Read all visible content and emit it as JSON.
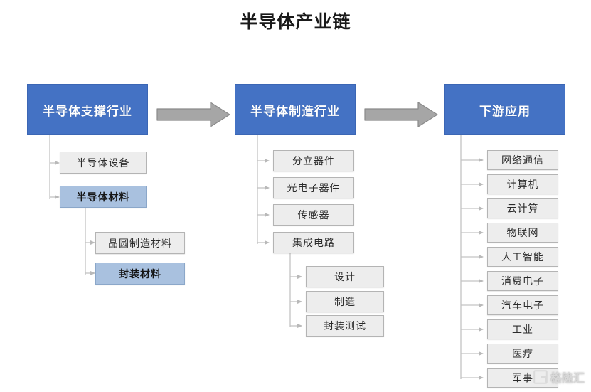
{
  "title": "半导体产业链",
  "colors": {
    "stage_fill": "#4472C4",
    "stage_text": "#FFFFFF",
    "node_fill": "#EDEDED",
    "node_border": "#B4B4B4",
    "highlight_fill": "#A9C1DF",
    "highlight_border": "#8BA7C9",
    "connector": "#BFBFBF",
    "arrow_fill": "#A6A6A6",
    "arrow_border": "#808080",
    "background": "#FFFFFF"
  },
  "stages": [
    {
      "id": "support",
      "label": "半导体支撑行业",
      "children": [
        {
          "label": "半导体设备",
          "highlight": false
        },
        {
          "label": "半导体材料",
          "highlight": true,
          "children": [
            {
              "label": "晶圆制造材料",
              "highlight": false
            },
            {
              "label": "封装材料",
              "highlight": true
            }
          ]
        }
      ]
    },
    {
      "id": "manufacturing",
      "label": "半导体制造行业",
      "children": [
        {
          "label": "分立器件",
          "highlight": false
        },
        {
          "label": "光电子器件",
          "highlight": false
        },
        {
          "label": "传感器",
          "highlight": false
        },
        {
          "label": "集成电路",
          "highlight": false,
          "children": [
            {
              "label": "设计",
              "highlight": false
            },
            {
              "label": "制造",
              "highlight": false
            },
            {
              "label": "封装测试",
              "highlight": false
            }
          ]
        }
      ]
    },
    {
      "id": "downstream",
      "label": "下游应用",
      "children": [
        {
          "label": "网络通信",
          "highlight": false
        },
        {
          "label": "计算机",
          "highlight": false
        },
        {
          "label": "云计算",
          "highlight": false
        },
        {
          "label": "物联网",
          "highlight": false
        },
        {
          "label": "人工智能",
          "highlight": false
        },
        {
          "label": "消费电子",
          "highlight": false
        },
        {
          "label": "汽车电子",
          "highlight": false
        },
        {
          "label": "工业",
          "highlight": false
        },
        {
          "label": "医疗",
          "highlight": false
        },
        {
          "label": "军事",
          "highlight": false
        }
      ]
    }
  ],
  "flow_arrows": [
    {
      "name": "arrow-support-to-manufacturing"
    },
    {
      "name": "arrow-manufacturing-to-downstream"
    }
  ],
  "watermark": {
    "text": "格隆汇",
    "logo": "gelonghui-logo-icon"
  }
}
